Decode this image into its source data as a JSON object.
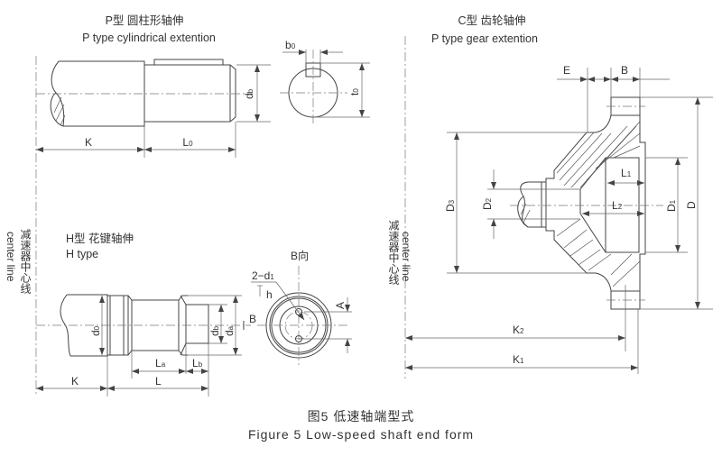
{
  "p_type": {
    "title_cn": "P型  圆柱形轴伸",
    "title_en": "P type cylindrical extention",
    "labels": {
      "K": "K",
      "L0": "L",
      "L0_sub": "0",
      "db": "d",
      "db_sub": "b",
      "b0": "b",
      "b0_sub": "0",
      "t0": "t",
      "t0_sub": "0"
    }
  },
  "h_type": {
    "title_cn": "H型  花键轴伸",
    "title_en": "H type",
    "labels": {
      "K": "K",
      "L": "L",
      "La": "L",
      "La_sub": "a",
      "Lb": "L",
      "Lb_sub": "b",
      "d0": "d",
      "d0_sub": "0",
      "db": "d",
      "db_sub": "b",
      "da": "d",
      "da_sub": "a",
      "B": "B",
      "B_view": "B向",
      "d1": "2−d",
      "d1_sub": "1",
      "h": "h",
      "A": "A"
    }
  },
  "c_type": {
    "title_cn": "C型  齿轮轴伸",
    "title_en": "P type gear extention",
    "labels": {
      "E": "E",
      "B": "B",
      "D": "D",
      "D1": "D",
      "D1_sub": "1",
      "D2": "D",
      "D2_sub": "2",
      "D3": "D",
      "D3_sub": "3",
      "L1": "L",
      "L1_sub": "1",
      "L2": "L",
      "L2_sub": "2",
      "K1": "K",
      "K1_sub": "1",
      "K2": "K",
      "K2_sub": "2"
    }
  },
  "center_line": {
    "cn": "减速器中心线",
    "en": "center line"
  },
  "caption": {
    "cn": "图5 低速轴端型式",
    "en": "Figure 5  Low-speed shaft end form"
  }
}
